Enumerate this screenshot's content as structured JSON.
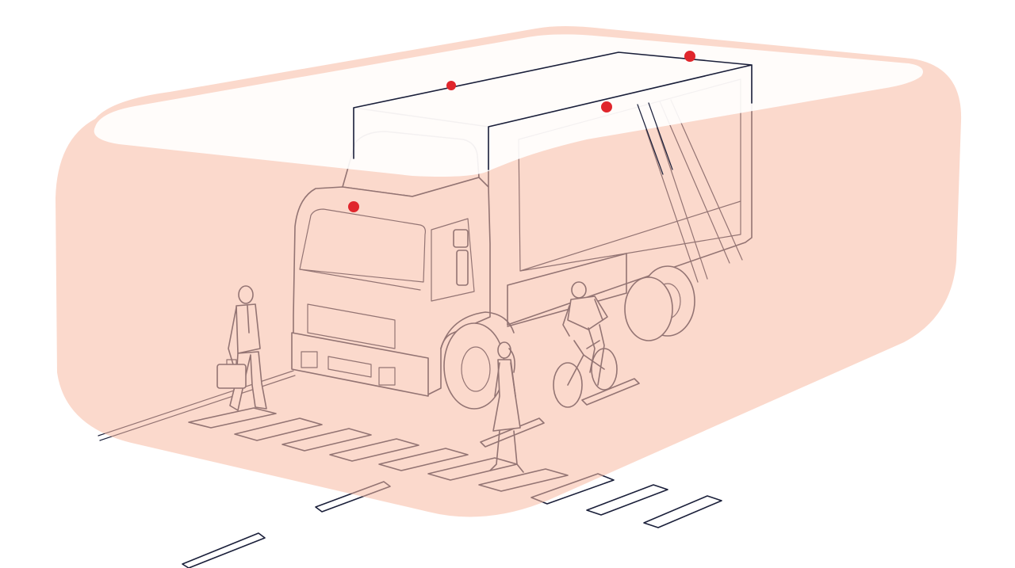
{
  "scene": {
    "subject": "",
    "colors": {
      "zone_fill": "#f8b9a3",
      "zone_opacity": 0.55,
      "sensor_dot": "#e0262c",
      "line_art": "#1a1f3a",
      "background": "#ffffff"
    },
    "sensors": {
      "count": 4,
      "icon": "sensor-dot-icon"
    },
    "figures": [
      "truck",
      "businessman-with-briefcase",
      "woman-pedestrian",
      "cyclist"
    ]
  }
}
